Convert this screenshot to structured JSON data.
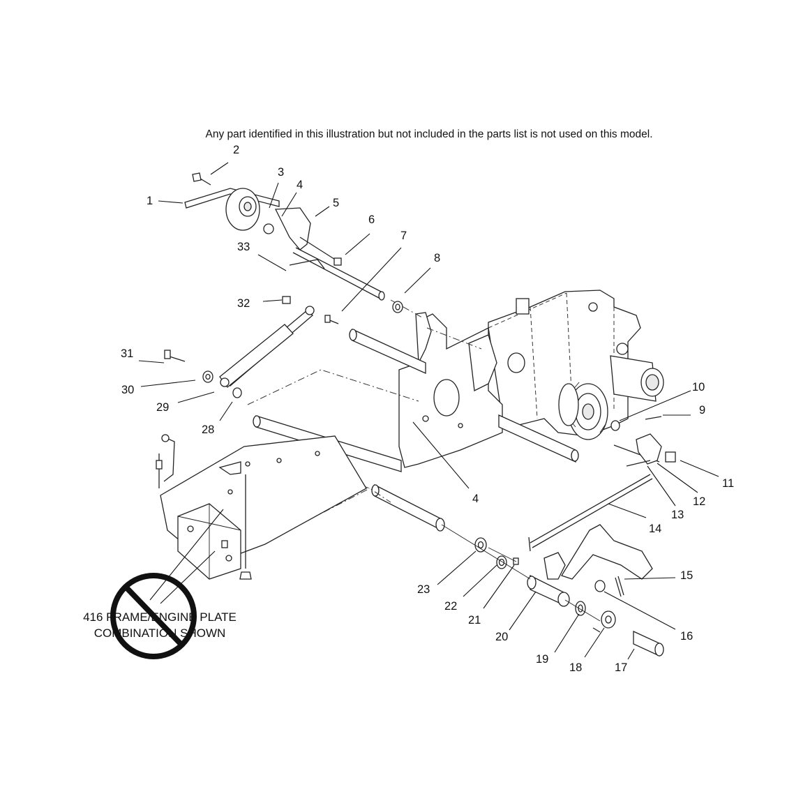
{
  "notice": "Any part identified in this illustration but not included in the parts list is not used on this model.",
  "stamp": {
    "line1": "416 FRAME/ENGINE PLATE",
    "line2": "COMBINATION SHOWN",
    "icon": "prohibition-sign-icon"
  },
  "callouts": [
    "1",
    "2",
    "3",
    "4",
    "5",
    "6",
    "7",
    "8",
    "9",
    "10",
    "11",
    "12",
    "13",
    "14",
    "15",
    "16",
    "17",
    "18",
    "19",
    "20",
    "21",
    "22",
    "23",
    "4",
    "28",
    "29",
    "30",
    "31",
    "32",
    "33"
  ]
}
